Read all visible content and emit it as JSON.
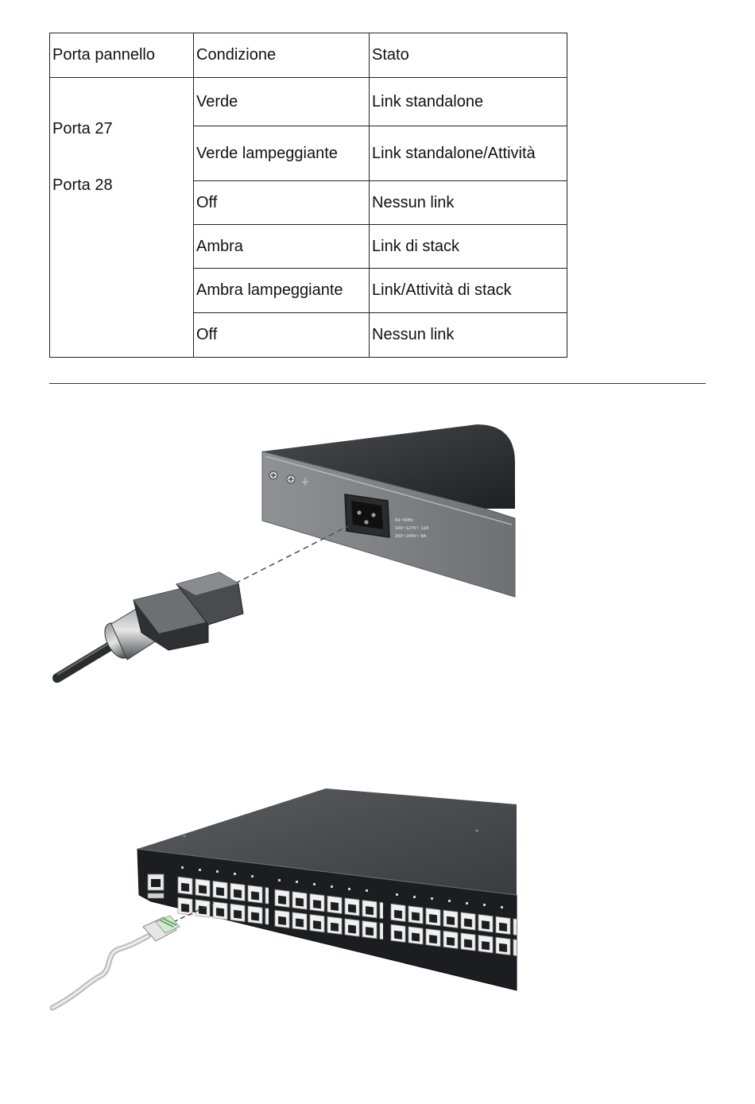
{
  "table": {
    "headers": [
      "Porta pannello",
      "Condizione",
      "Stato"
    ],
    "ports": [
      "Porta 27",
      "Porta 28"
    ],
    "rows": [
      {
        "condition": "Verde",
        "status": "Link standalone"
      },
      {
        "condition": "Verde lampeggiante",
        "status": "Link standalone/Attività"
      },
      {
        "condition": "Off",
        "status": "Nessun link"
      },
      {
        "condition": "Ambra",
        "status": "Link di stack"
      },
      {
        "condition": "Ambra lampeggiante",
        "status": "Link/Attività di stack"
      },
      {
        "condition": "Off",
        "status": "Nessun link"
      }
    ]
  },
  "power_label": {
    "line1": "50~60Hz",
    "line2": "100~127V~ 12A",
    "line3": "200~240V~ 6A"
  }
}
